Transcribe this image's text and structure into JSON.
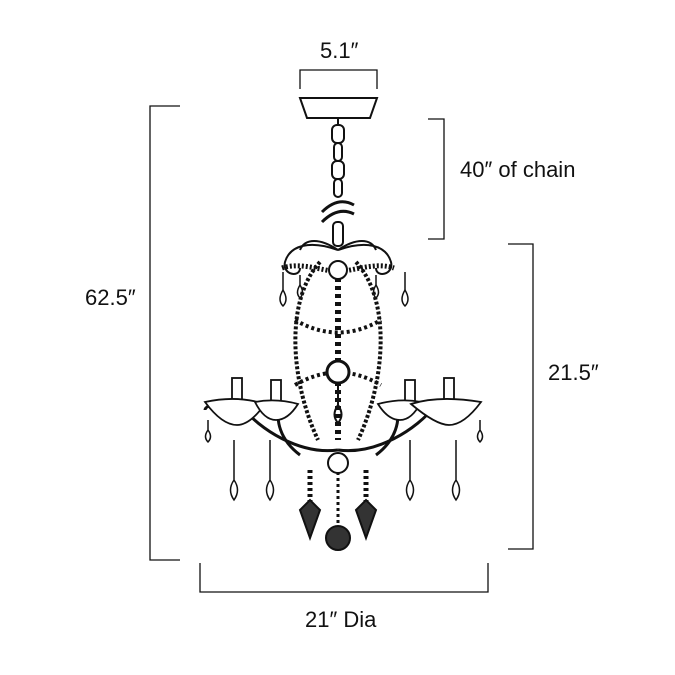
{
  "dimensions": {
    "canopy_width": "5.1″",
    "chain_length": "40″ of chain",
    "overall_height": "62.5″",
    "body_height": "21.5″",
    "diameter": "21″ Dia"
  },
  "colors": {
    "line": "#111111",
    "background": "#ffffff"
  }
}
